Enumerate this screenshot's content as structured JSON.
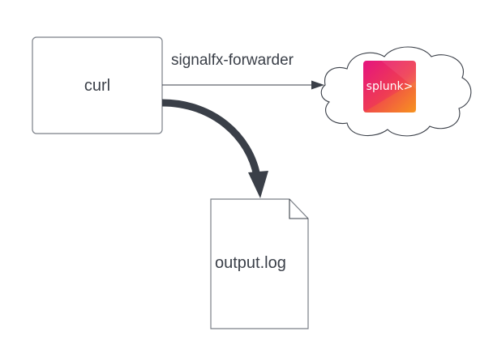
{
  "diagram": {
    "nodes": {
      "curl": {
        "label": "curl",
        "shape": "rounded-rectangle"
      },
      "splunk_cloud": {
        "label": "splunk>",
        "shape": "cloud",
        "logo": "splunk-logo"
      },
      "output_log": {
        "label": "output.log",
        "shape": "document"
      }
    },
    "edges": [
      {
        "from": "curl",
        "to": "splunk_cloud",
        "label": "signalfx-forwarder",
        "style": "thin-arrow"
      },
      {
        "from": "curl",
        "to": "output_log",
        "label": "",
        "style": "thick-curved-arrow"
      }
    ],
    "colors": {
      "stroke": "#3a3f48",
      "node_border": "#7a7f87",
      "logo_gradient_start": "#e5137f",
      "logo_gradient_end": "#f7941e"
    }
  }
}
